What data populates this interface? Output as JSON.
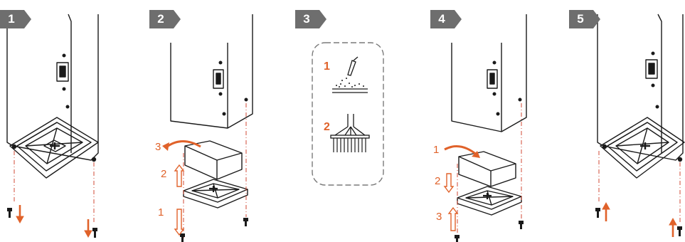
{
  "steps": [
    {
      "number": "1"
    },
    {
      "number": "2",
      "labels": [
        "3",
        "2",
        "1"
      ]
    },
    {
      "number": "3",
      "labels": [
        "1",
        "2"
      ]
    },
    {
      "number": "4",
      "labels": [
        "1",
        "2",
        "3"
      ]
    },
    {
      "number": "5"
    }
  ],
  "colors": {
    "badge": "#6e6e6e",
    "accent": "#e0622a",
    "line": "#1a1a1a",
    "dash": "#7a7a7a"
  }
}
